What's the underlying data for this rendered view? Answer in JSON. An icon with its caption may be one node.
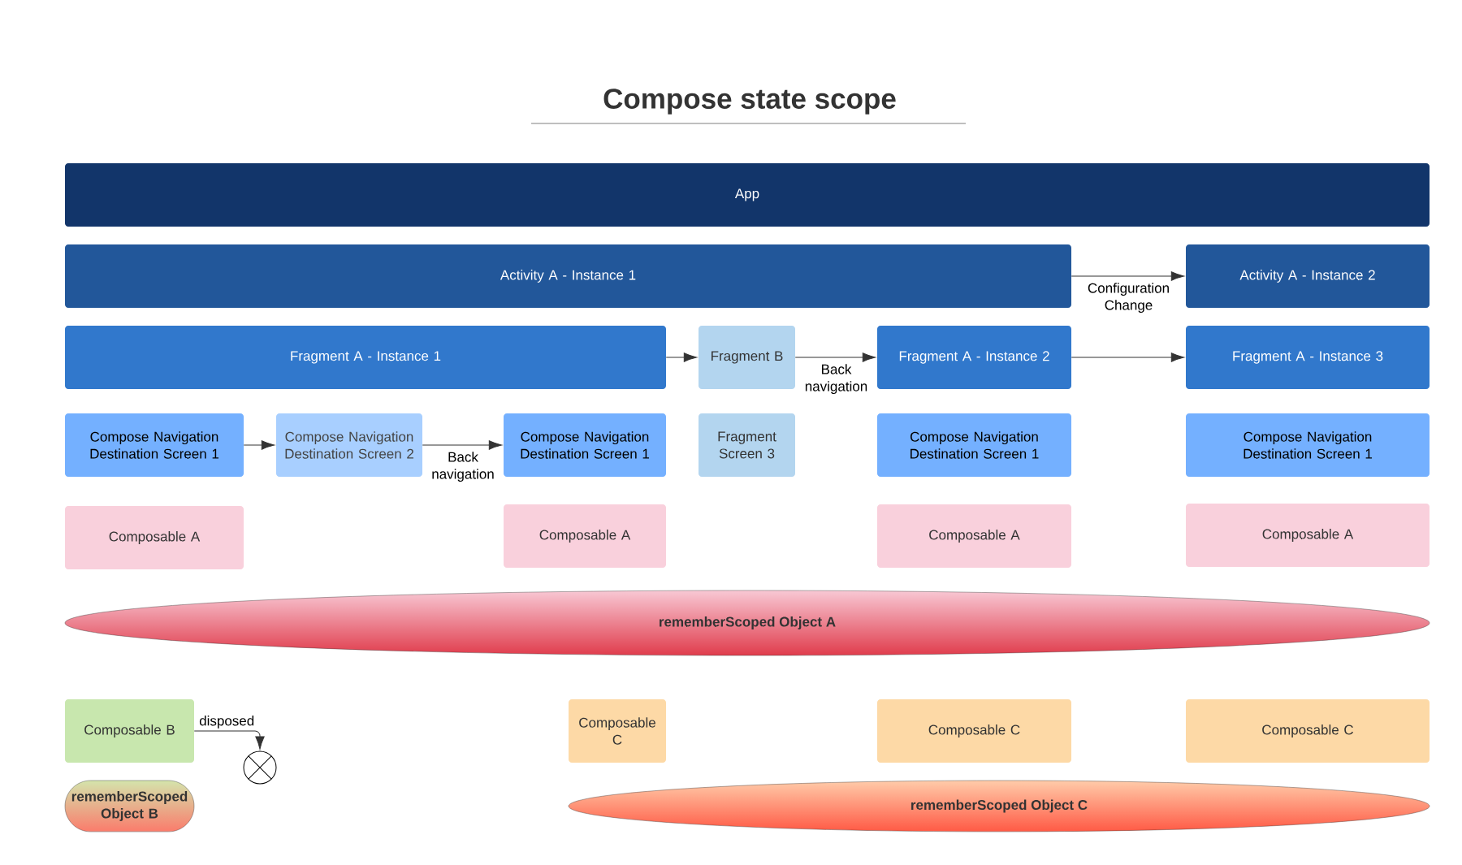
{
  "diagram": {
    "title": "Compose state scope",
    "nodes": [
      {
        "text": [
          "App"
        ]
      },
      {
        "text": [
          "Activity A - Instance 1"
        ]
      },
      {
        "text": [
          "Activity A - Instance 2"
        ]
      },
      {
        "text": [
          "Fragment A - Instance 1"
        ]
      },
      {
        "text": [
          "Fragment B"
        ]
      },
      {
        "text": [
          "Fragment A - Instance 2"
        ]
      },
      {
        "text": [
          "Fragment A - Instance 3"
        ]
      },
      {
        "text": [
          "Compose Navigation Destination Screen 1"
        ]
      },
      {
        "text": [
          "Compose Navigation Destination Screen 2"
        ]
      },
      {
        "text": [
          "Compose Navigation Destination Screen 1"
        ]
      },
      {
        "text": [
          "Fragment Screen 3"
        ]
      },
      {
        "text": [
          "Compose Navigation Destination Screen 1"
        ]
      },
      {
        "text": [
          "Compose Navigation Destination Screen 1"
        ]
      },
      {
        "text": [
          "Composable A"
        ]
      },
      {
        "text": [
          "Composable A"
        ]
      },
      {
        "text": [
          "Composable A"
        ]
      },
      {
        "text": [
          "Composable A"
        ]
      },
      {
        "text": [
          "rememberScoped Object A"
        ]
      },
      {
        "text": [
          "Composable B"
        ]
      },
      {
        "text": [],
        "shape": "circle"
      },
      {
        "text": [
          "Composable C"
        ]
      },
      {
        "text": [
          "Composable C"
        ]
      },
      {
        "text": [
          "Composable C"
        ]
      },
      {
        "text": [
          "rememberScoped Object B"
        ]
      },
      {
        "text": [
          "rememberScoped Object C"
        ]
      }
    ],
    "edges": [
      {
        "from": 1,
        "to": 2,
        "arrow": "to",
        "label": "Configuration Change"
      },
      {
        "from": 3,
        "to": 4,
        "arrow": "to"
      },
      {
        "from": 4,
        "to": 5,
        "arrow": "to",
        "label": "Back navigation"
      },
      {
        "from": 5,
        "to": 6,
        "arrow": "to"
      },
      {
        "from": 7,
        "to": 8,
        "arrow": "to"
      },
      {
        "from": 8,
        "to": 9,
        "arrow": "to",
        "label": "Back navigation"
      },
      {
        "from": 18,
        "to": 19,
        "arrow": "to",
        "label": "disposed"
      }
    ]
  }
}
